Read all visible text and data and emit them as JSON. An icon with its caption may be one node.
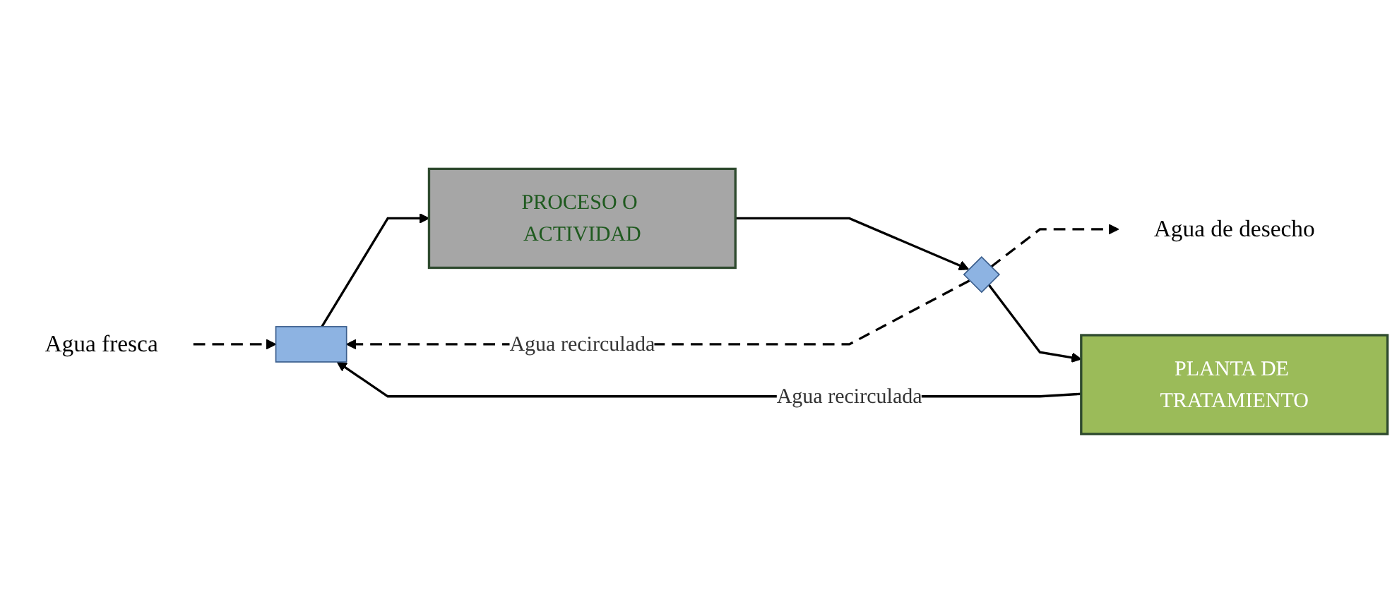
{
  "diagram": {
    "nodes": [
      {
        "text": [
          "Agua fresca"
        ]
      },
      {
        "text": [],
        "shape": "box"
      },
      {
        "text": [
          "PROCESO O ACTIVIDAD"
        ]
      },
      {
        "text": [],
        "shape": "diamond"
      },
      {
        "text": [
          "Agua de desecho"
        ]
      },
      {
        "text": [
          "PLANTA DE TRATAMIENTO"
        ]
      }
    ],
    "edges": [
      {
        "from": 0,
        "to": 1,
        "arrow": "to",
        "style": "dashed"
      },
      {
        "from": 1,
        "to": 2,
        "arrow": "to"
      },
      {
        "from": 2,
        "to": 3,
        "arrow": "to"
      },
      {
        "from": 3,
        "to": 4,
        "arrow": "to",
        "style": "dashed"
      },
      {
        "from": 3,
        "to": 1,
        "arrow": "to",
        "style": "dashed",
        "label": "Agua recirculada"
      },
      {
        "from": 3,
        "to": 5,
        "arrow": "to"
      },
      {
        "from": 5,
        "to": 1,
        "arrow": "to",
        "label": "Agua recirculada"
      }
    ]
  }
}
